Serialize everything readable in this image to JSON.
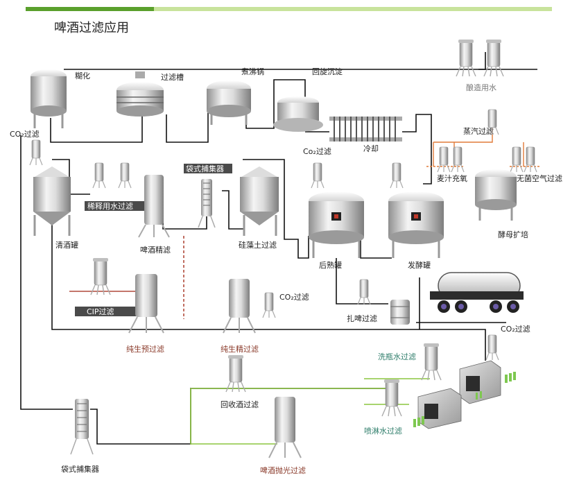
{
  "header": {
    "title": "啤酒过滤应用",
    "bar_color_dark": "#5aa02c",
    "bar_color_light": "#c8e39c"
  },
  "labels": {
    "mash": "糊化",
    "lauter": "过滤槽",
    "boil": "煮沸锅",
    "whirlpool": "回旋沉淀",
    "cooling": "冷却",
    "brew_water": "酿造用水",
    "co2_top_left": "CO₂过滤",
    "dilution_water": "稀释用水过滤",
    "bag_collector_top": "袋式捕集器",
    "co2_mid": "Co₂过滤",
    "steam_filter": "蒸汽过滤",
    "wort_oxygen": "麦汁充氧",
    "sterile_air": "无菌空气过滤",
    "bright_tank": "清酒罐",
    "beer_fine": "啤酒精滤",
    "kieselguhr": "硅藻土过滤",
    "post_ferment_tank": "后熟罐",
    "ferment_tank": "发酵罐",
    "yeast": "酵母扩培",
    "cip": "CIP过滤",
    "co2_right": "CO₂过滤",
    "draft_filter": "扎啤过滤",
    "pure_pre": "纯生预过滤",
    "pure_fine": "纯生精过滤",
    "co2_bottom_right": "CO₂过滤",
    "bottle_wash": "洗瓶水过滤",
    "recycle": "回收酒过滤",
    "spray_water": "喷淋水过滤",
    "bag_collector_bottom": "袋式捕集器",
    "polish": "啤酒抛光过滤"
  },
  "icons": [
    "tank-icon",
    "filter-cartridge-icon",
    "cooler-icon",
    "tanker-truck-icon",
    "keg-icon",
    "tunnel-machine-icon",
    "bottle-icon",
    "bag-collector-icon"
  ]
}
